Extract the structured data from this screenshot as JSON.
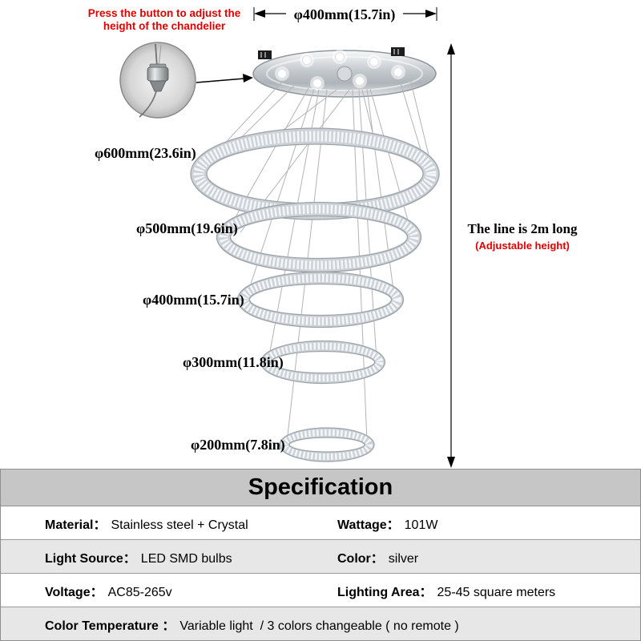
{
  "annotation": {
    "line1": "Press the button to adjust the",
    "line2": "height of the chandelier"
  },
  "diagram": {
    "canopy_dimension": "φ400mm(15.7in)",
    "ring_dimensions": [
      "φ600mm(23.6in)",
      "φ500mm(19.6in)",
      "φ400mm(15.7in)",
      "φ300mm(11.8in)",
      "φ200mm(7.8in)"
    ],
    "height_note": {
      "main": "The line is 2m long",
      "sub": "(Adjustable height)"
    }
  },
  "spec_table": {
    "title": "Specification",
    "rows": [
      {
        "left_label": "Material：",
        "left_value": "Stainless steel + Crystal",
        "right_label": "Wattage：",
        "right_value": "101W"
      },
      {
        "left_label": "Light Source：",
        "left_value": "LED SMD bulbs",
        "right_label": "Color：",
        "right_value": "silver"
      },
      {
        "left_label": "Voltage：",
        "left_value": "AC85-265v",
        "right_label": "Lighting Area：",
        "right_value": "25-45 square meters"
      },
      {
        "left_label": "Color Temperature ：",
        "left_value": "Variable light  / 3 colors changeable ( no remote )"
      }
    ]
  },
  "colors": {
    "accent_red": "#e30000",
    "header_gray": "#c6c6c6",
    "row_alt_gray": "#e7e7e7",
    "border_gray": "#8f8f8f",
    "ring_silver": "#ccd2d6"
  }
}
